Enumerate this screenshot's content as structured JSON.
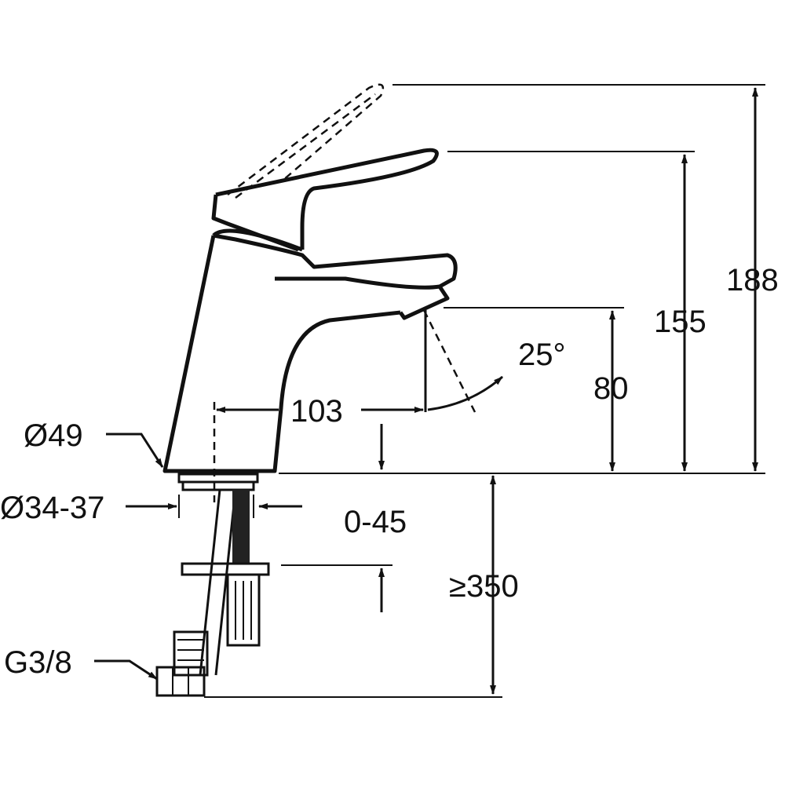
{
  "drawing": {
    "dimensions": {
      "total_height": "188",
      "lever_height": "155",
      "spout_height": "80",
      "spout_angle": "25°",
      "spout_reach": "103",
      "body_diameter": "Ø49",
      "hole_diameter": "Ø34-37",
      "deck_thickness": "0-45",
      "hose_length": "≥350",
      "thread": "G3/8"
    }
  }
}
